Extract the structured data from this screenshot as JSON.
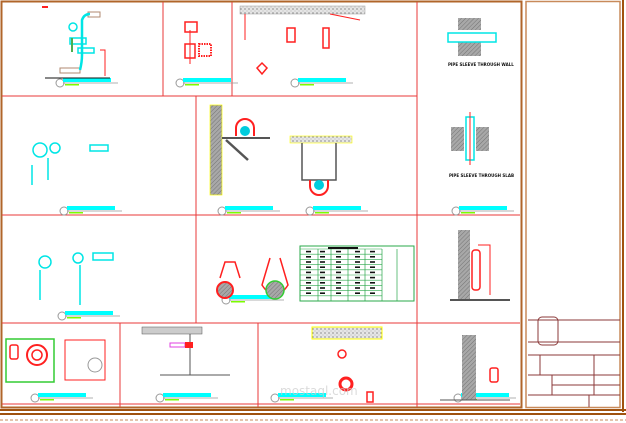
{
  "drawing": {
    "labels": {
      "sleeve_wall": "PIPE SLEEVE THROUGH WALL",
      "sleeve_slab": "PIPE SLEEVE THROUGH SLAB"
    },
    "watermark": "mostaql.com",
    "colors": {
      "frame": "#b0652a",
      "grid": "#e83a3a",
      "caption_bar": "#00ffff",
      "caption_text": "#7cfc00",
      "pipe": "#00e5e5",
      "valve": "#ff2020",
      "hatch": "#9a9a9a",
      "leader": "#ffff00",
      "table": "#2aa84a",
      "title_block": "#8b3a3a"
    }
  }
}
